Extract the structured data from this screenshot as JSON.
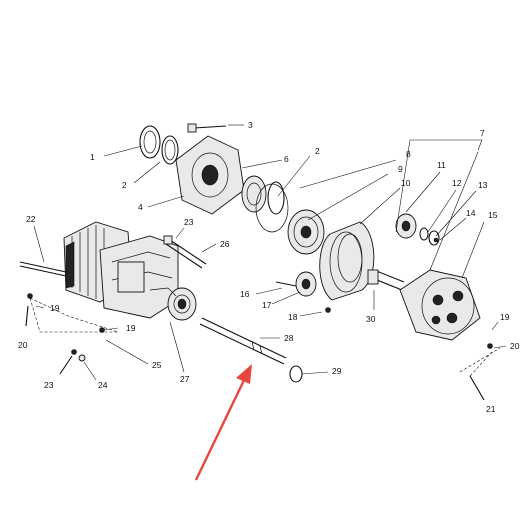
{
  "callouts": [
    {
      "id": "c1",
      "text": "1"
    },
    {
      "id": "c2a",
      "text": "2"
    },
    {
      "id": "c2b",
      "text": "2"
    },
    {
      "id": "c3",
      "text": "3"
    },
    {
      "id": "c4",
      "text": "4"
    },
    {
      "id": "c6",
      "text": "6"
    },
    {
      "id": "c7",
      "text": "7"
    },
    {
      "id": "c8",
      "text": "8"
    },
    {
      "id": "c9",
      "text": "9"
    },
    {
      "id": "c10",
      "text": "10"
    },
    {
      "id": "c11",
      "text": "11"
    },
    {
      "id": "c12",
      "text": "12"
    },
    {
      "id": "c13",
      "text": "13"
    },
    {
      "id": "c14",
      "text": "14"
    },
    {
      "id": "c15",
      "text": "15"
    },
    {
      "id": "c16",
      "text": "16"
    },
    {
      "id": "c17",
      "text": "17"
    },
    {
      "id": "c18",
      "text": "18"
    },
    {
      "id": "c19a",
      "text": "19"
    },
    {
      "id": "c19b",
      "text": "19"
    },
    {
      "id": "c19c",
      "text": "19"
    },
    {
      "id": "c20a",
      "text": "20"
    },
    {
      "id": "c20b",
      "text": "20"
    },
    {
      "id": "c21",
      "text": "21"
    },
    {
      "id": "c22",
      "text": "22"
    },
    {
      "id": "c23a",
      "text": "23"
    },
    {
      "id": "c23b",
      "text": "23"
    },
    {
      "id": "c24",
      "text": "24"
    },
    {
      "id": "c25",
      "text": "25"
    },
    {
      "id": "c26",
      "text": "26"
    },
    {
      "id": "c27",
      "text": "27"
    },
    {
      "id": "c28",
      "text": "28"
    },
    {
      "id": "c29",
      "text": "29"
    },
    {
      "id": "c30",
      "text": "30"
    }
  ],
  "colors": {
    "line": "#111111",
    "arrow": "#e8453c",
    "background": "#ffffff"
  }
}
